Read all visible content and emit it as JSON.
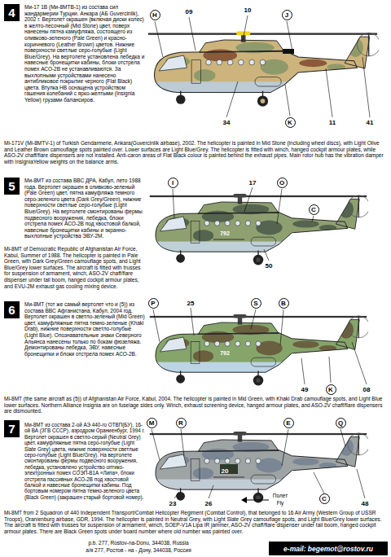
{
  "diagram": {
    "nodes": [
      {
        "text": [
          "4"
        ]
      },
      {
        "text": [
          "H"
        ]
      },
      {
        "text": [
          "J"
        ]
      },
      {
        "text": [
          "K"
        ]
      },
      {
        "text": [
          "5"
        ]
      },
      {
        "text": [
          "I"
        ]
      },
      {
        "text": [
          "O"
        ]
      },
      {
        "text": [
          "C"
        ]
      },
      {
        "text": [
          "6"
        ]
      },
      {
        "text": [
          "P"
        ]
      },
      {
        "text": [
          "S"
        ]
      },
      {
        "text": [
          "B"
        ]
      },
      {
        "text": [
          "K"
        ]
      },
      {
        "text": [
          "7"
        ]
      },
      {
        "text": [
          "M"
        ]
      },
      {
        "text": [
          "R"
        ]
      },
      {
        "text": [
          "E"
        ]
      },
      {
        "text": [
          "Q"
        ]
      },
      {
        "text": [
          "C"
        ]
      }
    ],
    "labels": [
      "Ми-17 1В (Ми-8МТВ-1) из состава сил жандармерии Турции. Анкара (АБ Guvercinlik), 2002 г. Вертолет окрашен (включая диски колес) в желто-песочный (Mid Stone) цвет, поверх нанесены пятна камуфляжа, состоящего из оливково-зеленого (Pale Green) и красно-коричневого (Leather Brown) цветов. Нижние поверхности светлые серо-голубые (Light Blue/Grey). На вертолете установлена лебедка и навесные бронещитки кабины, блоки отстрела помех АСО-2В не устанавливаются. За выхлопными устройствами нанесено антибликовое покрытие черного (Flat Black) цвета. Втулка НВ оснащена устройством гашения колебаний с ярко-желтыми (Insignia Yellow) грузами балансиров.",
      "Mi-171V (Mi-8MTV-1) of Turkish Gendarmerie, Ankara(Guvercinlik airbase), 2002. The helicopter is painted in Mid Stone (including wheel discs), with Light Olive and Leather Brown camouflage spots painted over. Lower surfaces are Light Blue/Grey. The helicopter is fitted with winch, hanged cockpit armour plates, while ASO-2V chaff/flare dispensers are not installed. Anti-caron areas of Flat Black colour is painted behind the exhaust pipes. Main rotor hub has the vibration damper with InsigniaYellow weights on the balance arms.",
      "09",
      "10",
      "34",
      "11",
      "41",
      "Ми-8МТ из состава ВВС ДРА, Кабул, лето 1988 года. Вертолет окрашен в оливково-зеленый (Pale Green) цвет, пятна камуфляжа темного серо-зеленого цвета (Dark Grey/Green), нижние поверхности светлые серо-голубые (Light Blue/Grey). На вертолете смонтированы фермы подвесного вооружения, лебедка, блоки отстрела помех АСО-2В под хвостовой балкой, навесные бронещитки кабины и экранно-выхлопные устройства ЭВУ-2М.",
      "Mi-8MT of Democratic Republic of Afghanistan Air Force, Kabul, Summer of 1988. The helicopter is painted in Pale Green, with Dark Grey/Green camouflage spots, and Light Blue/Grey lower surfaces. The aircraft is fitted with trusses for suspension of armament, winch, ASO-2V chaff/flare dispenser under tail boom, hanged cockpit armour plates, and EVU-2M exhaust gas cooling mixing device.",
      "17",
      "50",
      "792",
      "Ми-8МТ (тот же самый вертолет что и (5)) из состава ВВС Афганистана, Кабул, 2004 год. Вертолет окрашен в светло-зеленый (Mid Green) цвет, камуфляжные пятна темно-зеленые (Khaki Drab), нижние поверхности светло-голубые (Light Blue). Опознавательные знаки Северного Альянса нанесены только по бокам фюзеляжа. Демонтированы лебедка, ЭВУ, навесные бронещитки и блоки отстрела помех АСО-2В.",
      "Mi-8MT (the same aircraft as (5)) of Afghanistan Air Force, Kabul, 2004. The helicopter is painted in Mid Green, with Khaki Drab camouflage spots, and Light Blue lower surfaces. Northern Alliance insignia are on fuselage sides only. Winch, exhaust screening device, hanged armour plates, and ASO-2V chaff/flare dispensers are dismounted.",
      "25",
      "49",
      "08",
      "792",
      "Ми-8МТ из состава 2-ой АЭ 440-го ОТВП(БУ), 16-ой ВА (ЗГВ СССР), аэродром Ораниенбург, 1994 г. Вертолет окрашен в светло-серый (Neutral Grey) цвет, камуфляжные пятна серо-голубые (Light Slate Grey) цвета, нижние поверхности светлые серо-голубые (Light Blue/Grey). На вертолете смонтированы фермы подвесного вооружения, лебедка, установлено устройство оптико-электронных помех СОЭП-В1А «Липа», блоки отстрела пассивных АСО-2В под хвостовой балкой и навесные бронещитки кабины. Под бортовым номером пятна темно-зеленого цвета (Black Green) (закрашен старый бортовой номер).",
      "Mi-8MT from 2 Squadron of 440 Independent Transport/Combat Helicopter Regiment (Combat Control), that belonged to 16 Air Army (Western Group of USSR Troops), Oranienburg airbase, GDR, 1994. The helicopter is painted in Neutral Grey, with Light Slate Grey camouflage spots, and Light Blue/Grey lower surfaces. The aircraft is fitted with trusses for suspension of armament, winch, SOEP-V1A Lipa IR jammer, ASO-2V chaff/flare dispenser under tail boom, hanged cockpit armour plates. There are Black Green spots under board number where old number was painted over.",
      "20",
      "23",
      "26",
      "48",
      "Полет",
      "Fly",
      "p.b. 277, Rostov-na-Donu, 344038, Russia",
      "а/я 277, Ростов - на - Дону, 344038, Россия",
      "e-mail: begemot@rostov.ru"
    ]
  }
}
